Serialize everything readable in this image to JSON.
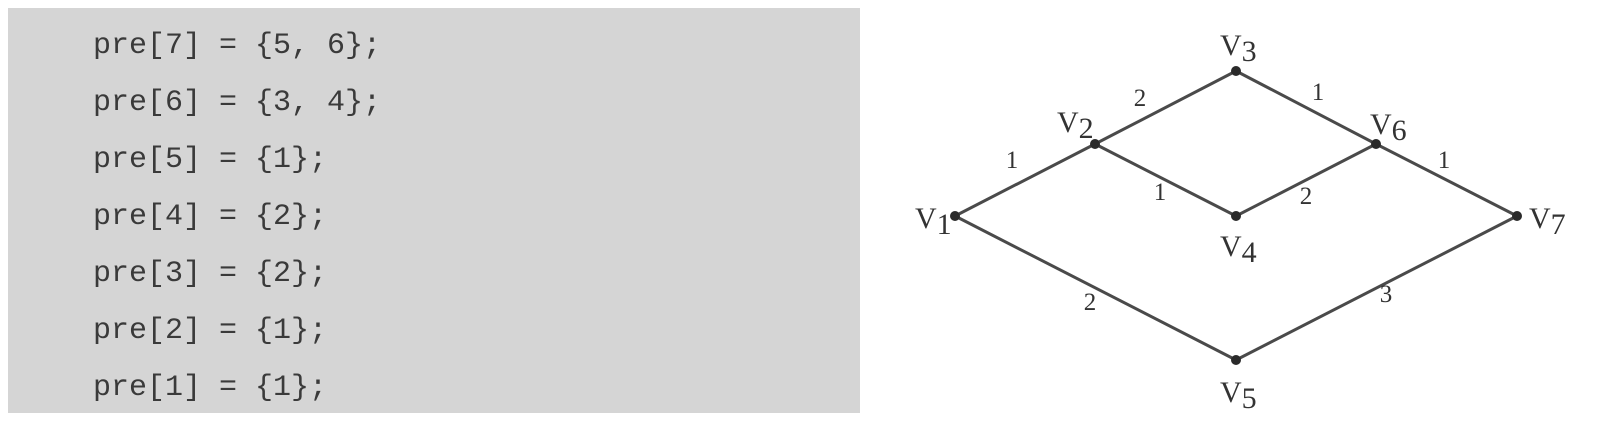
{
  "code": {
    "lines": [
      "pre[7] = {5, 6};",
      "pre[6] = {3, 4};",
      "pre[5] = {1};",
      "pre[4] = {2};",
      "pre[3] = {2};",
      "pre[2] = {1};",
      "pre[1] = {1};"
    ]
  },
  "graph": {
    "nodes": [
      {
        "id": "1",
        "letter": "V",
        "sub": "1"
      },
      {
        "id": "2",
        "letter": "V",
        "sub": "2"
      },
      {
        "id": "3",
        "letter": "V",
        "sub": "3"
      },
      {
        "id": "4",
        "letter": "V",
        "sub": "4"
      },
      {
        "id": "5",
        "letter": "V",
        "sub": "5"
      },
      {
        "id": "6",
        "letter": "V",
        "sub": "6"
      },
      {
        "id": "7",
        "letter": "V",
        "sub": "7"
      }
    ],
    "edges": [
      {
        "from": "1",
        "to": "2",
        "weight": "1"
      },
      {
        "from": "2",
        "to": "3",
        "weight": "2"
      },
      {
        "from": "3",
        "to": "6",
        "weight": "1"
      },
      {
        "from": "2",
        "to": "4",
        "weight": "1"
      },
      {
        "from": "4",
        "to": "6",
        "weight": "2"
      },
      {
        "from": "6",
        "to": "7",
        "weight": "1"
      },
      {
        "from": "1",
        "to": "5",
        "weight": "2"
      },
      {
        "from": "5",
        "to": "7",
        "weight": "3"
      }
    ]
  }
}
